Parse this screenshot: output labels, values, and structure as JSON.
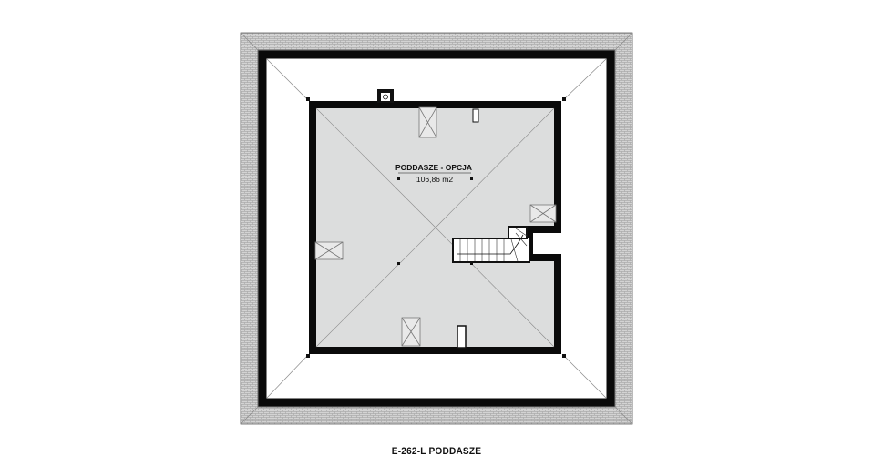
{
  "plan": {
    "room": {
      "name": "PODDASZE - OPCJA",
      "area": "106,86 m2"
    },
    "caption": "E-262-L PODDASZE"
  },
  "colors": {
    "wall": "#0a0a0a",
    "floor": "#dcdddd",
    "roof_edge": "#c8c8c8",
    "roof_lines": "#8a8a8a",
    "background": "#ffffff"
  }
}
